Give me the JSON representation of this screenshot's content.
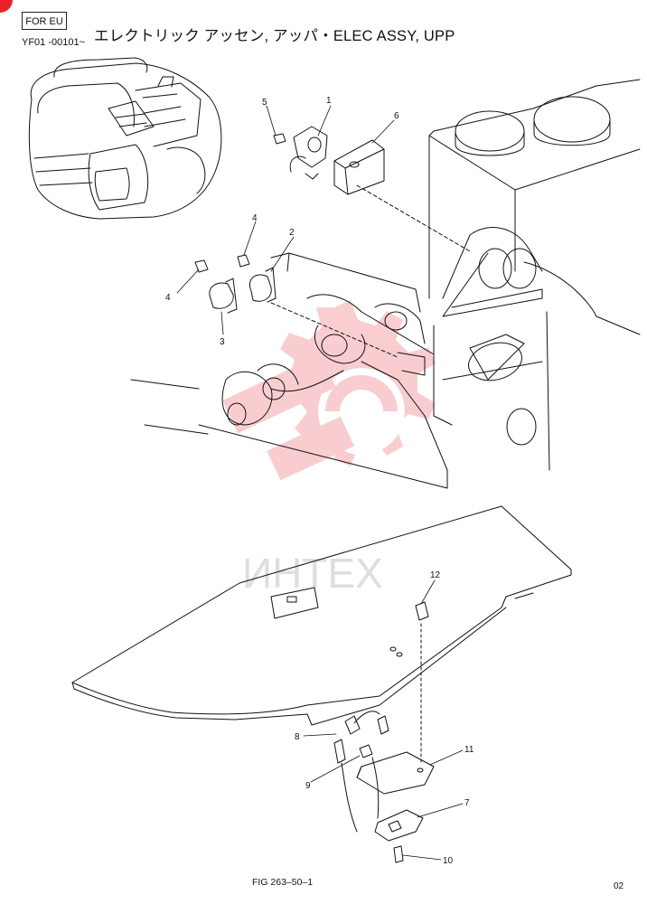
{
  "header": {
    "tag": "FOR EU",
    "serial_range": "YF01 -00101~",
    "title": "エレクトリック アッセン, アッパ・ELEC ASSY, UPP"
  },
  "watermark": {
    "text": "ИНТЕХ",
    "color": "#e8202a"
  },
  "callouts": [
    "1",
    "2",
    "3",
    "4",
    "4",
    "5",
    "6",
    "7",
    "8",
    "9",
    "10",
    "11",
    "12"
  ],
  "footer": {
    "figure": "FIG 263–50–1",
    "page": "02"
  },
  "colors": {
    "ink": "#111111",
    "accent": "#e8202a"
  }
}
